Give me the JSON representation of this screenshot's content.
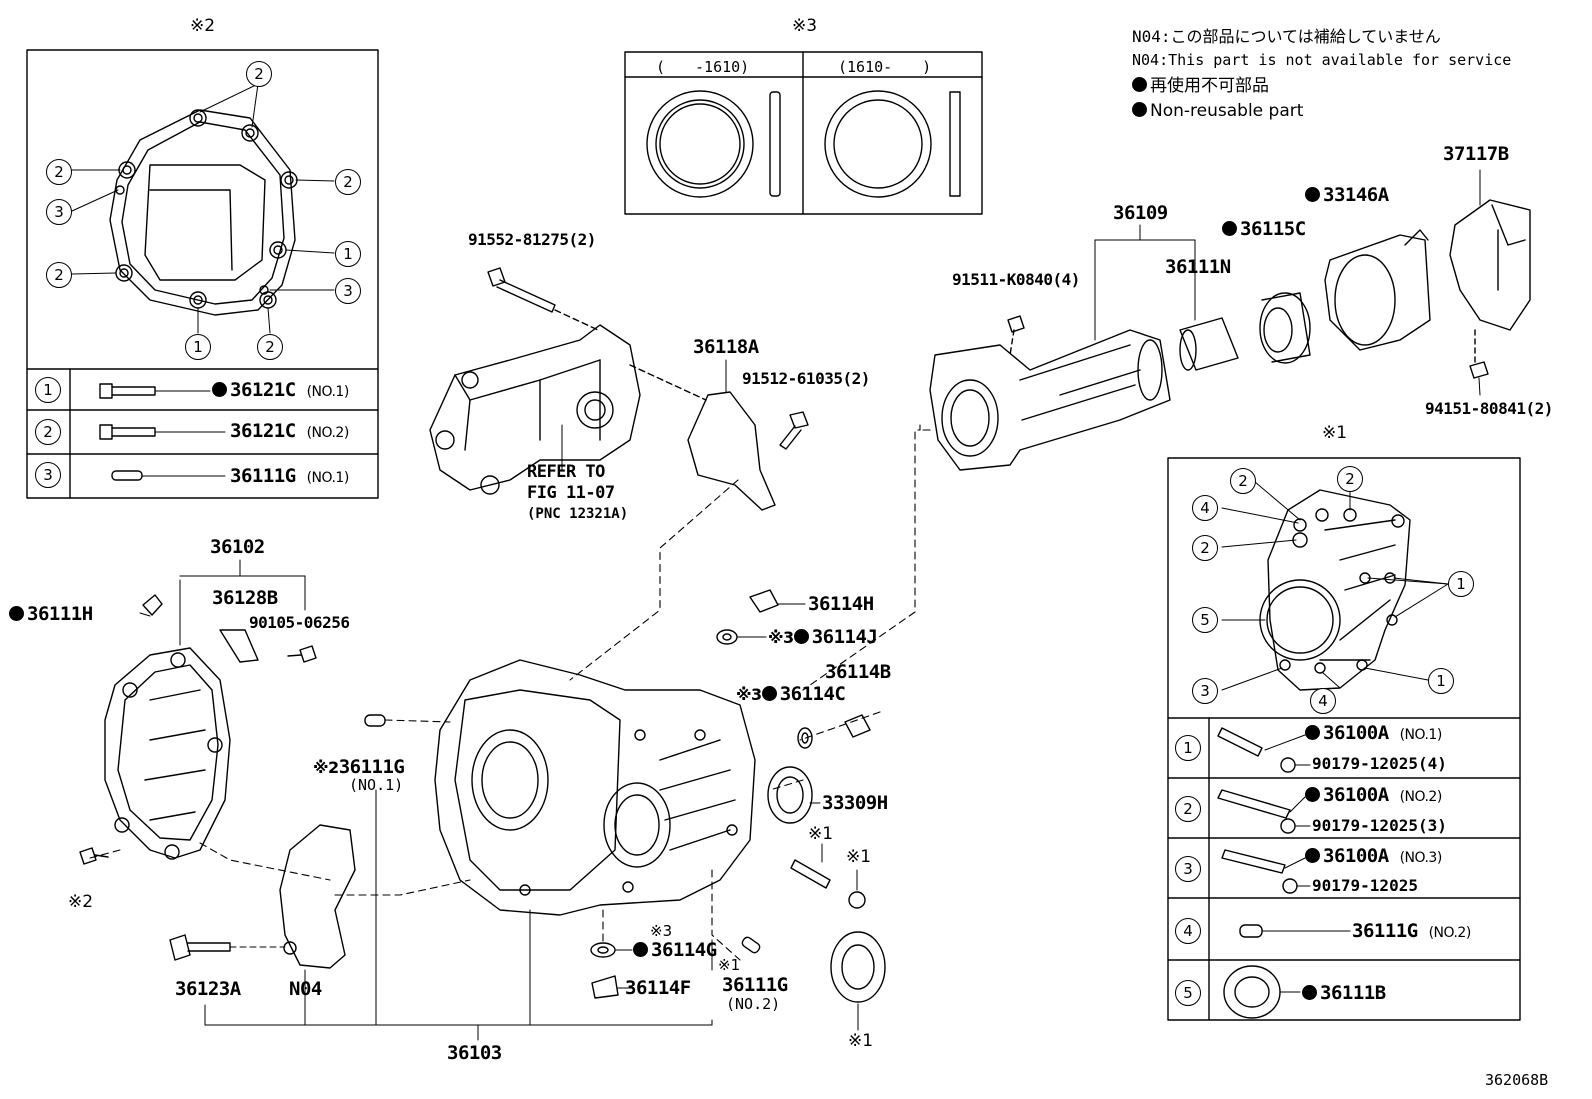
{
  "notes": {
    "n04_jp": "N04:この部品については補給していません",
    "n04_en": "N04:This part is not available for service",
    "nonreuse_jp": "再使用不可部品",
    "nonreuse_en": "Non-reusable part"
  },
  "figure_id": "362068B",
  "symbols": {
    "mark1": "※1",
    "mark2": "※2",
    "mark3": "※3"
  },
  "inset3": {
    "col_a": "(　　-1610)",
    "col_b": "(1610-　　)"
  },
  "inset2": {
    "rows": [
      {
        "num": "1",
        "part": "36121C",
        "suffix": "(NO.1)"
      },
      {
        "num": "2",
        "part": "36121C",
        "suffix": "(NO.2)"
      },
      {
        "num": "3",
        "part": "36111G",
        "suffix": "(NO.1)"
      }
    ]
  },
  "inset1": {
    "rows": [
      {
        "num": "1",
        "part": "36100A",
        "suffix": "(NO.1)",
        "sub": "90179-12025(4)"
      },
      {
        "num": "2",
        "part": "36100A",
        "suffix": "(NO.2)",
        "sub": "90179-12025(3)"
      },
      {
        "num": "3",
        "part": "36100A",
        "suffix": "(NO.3)",
        "sub": "90179-12025"
      },
      {
        "num": "4",
        "part": "36111G",
        "suffix": "(NO.2)",
        "sub": ""
      },
      {
        "num": "5",
        "part": "36111B",
        "suffix": "",
        "sub": ""
      }
    ]
  },
  "parts": {
    "p91552": "91552-81275(2)",
    "p36118A": "36118A",
    "p91512": "91512-61035(2)",
    "refer1": "REFER TO",
    "refer2": "FIG 11-07",
    "refer3": "(PNC 12321A)",
    "p91511": "91511-K0840(4)",
    "p36109": "36109",
    "p36111N": "36111N",
    "p36115C": "36115C",
    "p33146A": "33146A",
    "p37117B": "37117B",
    "p94151": "94151-80841(2)",
    "p36102": "36102",
    "p36128B": "36128B",
    "p90105": "90105-06256",
    "p36111H": "36111H",
    "p36114H": "36114H",
    "p36114J": "36114J",
    "p36114B": "36114B",
    "p36114C": "36114C",
    "p33309H": "33309H",
    "p36111G": "36111G",
    "p36111G_no1": "(NO.1)",
    "p36111G_no2": "(NO.2)",
    "p36123A": "36123A",
    "pN04": "N04",
    "p36114G": "36114G",
    "p36114F": "36114F",
    "p36103": "36103"
  }
}
